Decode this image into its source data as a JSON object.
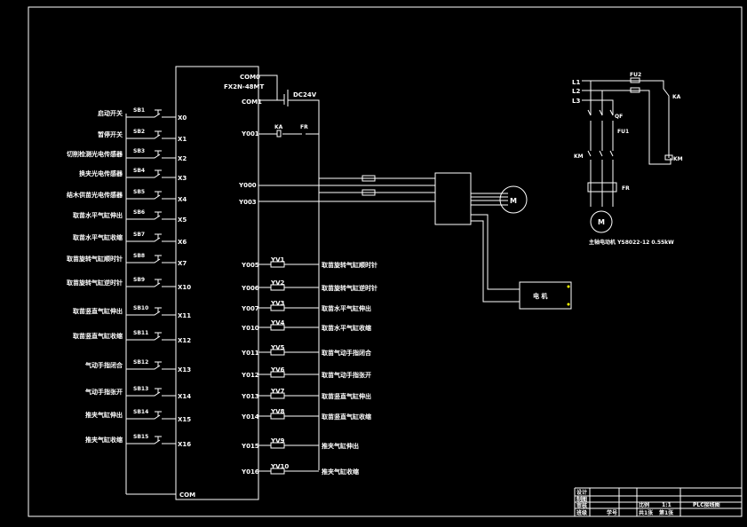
{
  "plc": {
    "model": "FX2N-48MT",
    "com": "COM",
    "com0": "COM0",
    "com1": "COM1",
    "supply": "DC24V",
    "y001": "Y001",
    "ka": "KA",
    "fr": "FR",
    "y000": "Y000",
    "y003": "Y003"
  },
  "inputs": [
    {
      "label": "启动开关",
      "switch": "SB1",
      "terminal": "X0"
    },
    {
      "label": "暂停开关",
      "switch": "SB2",
      "terminal": "X1"
    },
    {
      "label": "切削检测光电传感器",
      "switch": "SB3",
      "terminal": "X2"
    },
    {
      "label": "换夹光电传感器",
      "switch": "SB4",
      "terminal": "X3"
    },
    {
      "label": "结木供苗光电传感器",
      "switch": "SB5",
      "terminal": "X4"
    },
    {
      "label": "取苗水平气缸伸出",
      "switch": "SB6",
      "terminal": "X5"
    },
    {
      "label": "取苗水平气缸收缩",
      "switch": "SB7",
      "terminal": "X6"
    },
    {
      "label": "取苗旋转气缸顺时针",
      "switch": "SB8",
      "terminal": "X7"
    },
    {
      "label": "取苗旋转气缸逆时针",
      "switch": "SB9",
      "terminal": "X10"
    },
    {
      "label": "取苗竖直气缸伸出",
      "switch": "SB10",
      "terminal": "X11"
    },
    {
      "label": "取苗竖直气缸收缩",
      "switch": "SB11",
      "terminal": "X12"
    },
    {
      "label": "气动手指闭合",
      "switch": "SB12",
      "terminal": "X13"
    },
    {
      "label": "气动手指张开",
      "switch": "SB13",
      "terminal": "X14"
    },
    {
      "label": "推夹气缸伸出",
      "switch": "SB14",
      "terminal": "X15"
    },
    {
      "label": "推夹气缸收缩",
      "switch": "SB15",
      "terminal": "X16"
    }
  ],
  "outputs": [
    {
      "terminal": "Y005",
      "coil": "YV1",
      "label": "取苗旋转气缸顺时针"
    },
    {
      "terminal": "Y006",
      "coil": "YV2",
      "label": "取苗旋转气缸逆时针"
    },
    {
      "terminal": "Y007",
      "coil": "YV3",
      "label": "取苗水平气缸伸出"
    },
    {
      "terminal": "Y010",
      "coil": "YV4",
      "label": "取苗水平气缸收缩"
    },
    {
      "terminal": "Y011",
      "coil": "YV5",
      "label": "取苗气动手指闭合"
    },
    {
      "terminal": "Y012",
      "coil": "YV6",
      "label": "取苗气动手指张开"
    },
    {
      "terminal": "Y013",
      "coil": "YV7",
      "label": "取苗竖直气缸伸出"
    },
    {
      "terminal": "Y014",
      "coil": "YV8",
      "label": "取苗竖直气缸收缩"
    },
    {
      "terminal": "Y015",
      "coil": "YV9",
      "label": "推夹气缸伸出"
    },
    {
      "terminal": "Y016",
      "coil": "YV10",
      "label": "推夹气缸收缩"
    }
  ],
  "motor": {
    "symbol": "M",
    "label": "主轴电动机 YS8022-12 0.55kW"
  },
  "power": {
    "l1": "L1",
    "l2": "L2",
    "l3": "L3",
    "fu1": "FU1",
    "fu2": "FU2",
    "qf": "QF",
    "km": "KM",
    "ka": "KA",
    "km1": "KM",
    "fr": "FR"
  },
  "controller": {
    "label": "电 机"
  },
  "title_block": {
    "r1": "设计",
    "r2": "制图",
    "r3": "审核",
    "r4": "班级",
    "student": "学号",
    "scale_label": "比例",
    "scale": "1:1",
    "sheets": "共1张",
    "sheet": "第1张",
    "title": "PLC接线图"
  },
  "colors": {
    "background": "#000000",
    "lines": "#ffffff",
    "accent": "#ffff00"
  }
}
